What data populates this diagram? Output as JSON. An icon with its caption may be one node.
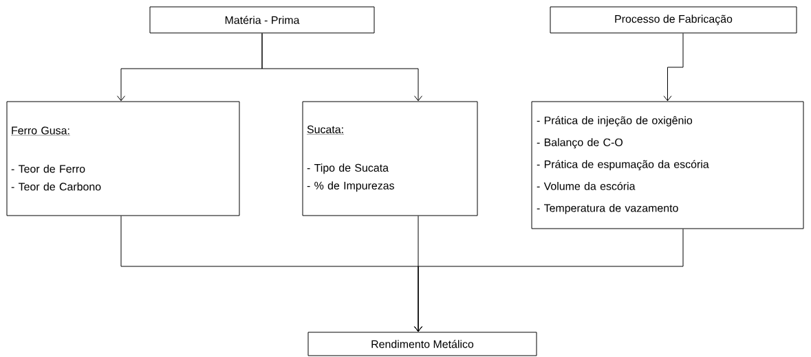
{
  "diagram": {
    "nodes": [
      {
        "text": [
          "Matéria - Prima"
        ]
      },
      {
        "text": [
          "Processo de Fabricação"
        ]
      },
      {
        "text": [
          "Ferro Gusa:",
          "- Teor de Ferro",
          "- Teor de Carbono"
        ]
      },
      {
        "text": [
          "Sucata:",
          "- Tipo de Sucata",
          "- % de Impurezas"
        ]
      },
      {
        "text": [
          "- Prática de injeção de oxigênio",
          "- Balanço de C-O",
          "- Prática de espumação da escória",
          "- Volume da escória",
          "- Temperatura de vazamento"
        ]
      },
      {
        "text": [
          "Rendimento Metálico"
        ]
      }
    ],
    "edges": [
      {
        "from": 0,
        "to": 2,
        "arrow": "to"
      },
      {
        "from": 0,
        "to": 3,
        "arrow": "to"
      },
      {
        "from": 1,
        "to": 4,
        "arrow": "to"
      },
      {
        "from": 2,
        "to": 5,
        "arrow": "to"
      },
      {
        "from": 3,
        "to": 5,
        "arrow": "to"
      },
      {
        "from": 4,
        "to": 5,
        "arrow": "to"
      }
    ]
  }
}
